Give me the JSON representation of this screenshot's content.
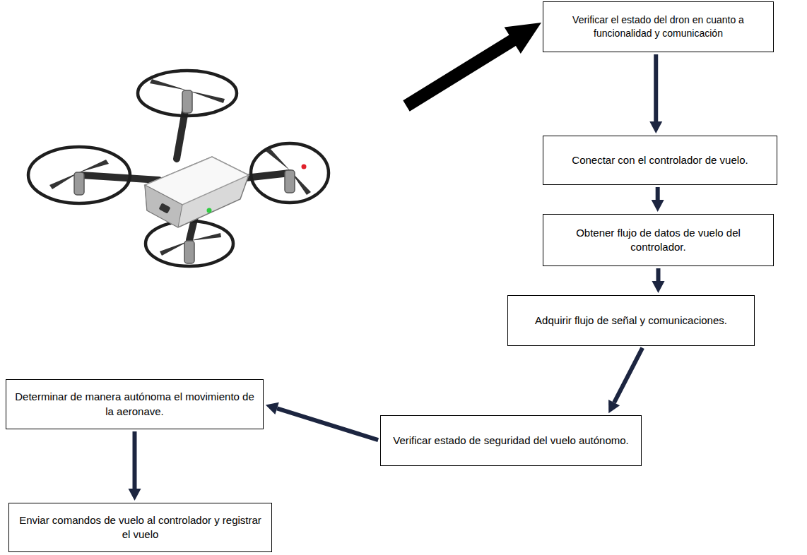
{
  "diagram": {
    "nodes": [
      {
        "text": [
          "Verificar el estado del dron en cuanto a funcionalidad y comunicación"
        ]
      },
      {
        "text": [
          "Conectar con el controlador de vuelo."
        ]
      },
      {
        "text": [
          "Obtener flujo de datos de vuelo del controlador."
        ]
      },
      {
        "text": [
          "Adquirir flujo de señal y comunicaciones."
        ]
      },
      {
        "text": [
          "Verificar estado de seguridad del vuelo autónomo."
        ]
      },
      {
        "text": [
          "Determinar de manera autónoma el movimiento de la aeronave."
        ]
      },
      {
        "text": [
          "Enviar comandos de vuelo al controlador y registrar el vuelo"
        ]
      }
    ],
    "edges": [
      {
        "from": 0,
        "to": 1,
        "arrow": "to"
      },
      {
        "from": 1,
        "to": 2,
        "arrow": "to"
      },
      {
        "from": 2,
        "to": 3,
        "arrow": "to"
      },
      {
        "from": 3,
        "to": 4,
        "arrow": "to"
      },
      {
        "from": 4,
        "to": 5,
        "arrow": "to"
      },
      {
        "from": 5,
        "to": 6,
        "arrow": "to"
      }
    ]
  }
}
